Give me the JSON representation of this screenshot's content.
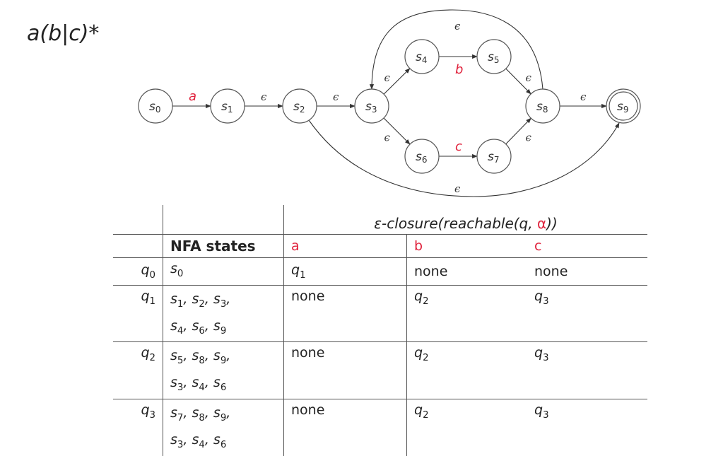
{
  "regex": "a(b|c)*",
  "nfa": {
    "states": [
      "s0",
      "s1",
      "s2",
      "s3",
      "s4",
      "s5",
      "s6",
      "s7",
      "s8",
      "s9"
    ],
    "accepting": [
      "s9"
    ],
    "transitions": [
      {
        "from": "s0",
        "to": "s1",
        "label": "a",
        "kind": "symbol"
      },
      {
        "from": "s1",
        "to": "s2",
        "label": "ε",
        "kind": "epsilon"
      },
      {
        "from": "s2",
        "to": "s3",
        "label": "ε",
        "kind": "epsilon"
      },
      {
        "from": "s3",
        "to": "s4",
        "label": "ε",
        "kind": "epsilon"
      },
      {
        "from": "s4",
        "to": "s5",
        "label": "b",
        "kind": "symbol"
      },
      {
        "from": "s5",
        "to": "s8",
        "label": "ε",
        "kind": "epsilon"
      },
      {
        "from": "s3",
        "to": "s6",
        "label": "ε",
        "kind": "epsilon"
      },
      {
        "from": "s6",
        "to": "s7",
        "label": "c",
        "kind": "symbol"
      },
      {
        "from": "s7",
        "to": "s8",
        "label": "ε",
        "kind": "epsilon"
      },
      {
        "from": "s8",
        "to": "s9",
        "label": "ε",
        "kind": "epsilon"
      },
      {
        "from": "s8",
        "to": "s3",
        "label": "ε",
        "kind": "epsilon"
      },
      {
        "from": "s2",
        "to": "s9",
        "label": "ε",
        "kind": "epsilon"
      }
    ]
  },
  "table": {
    "header_span": "ε-closure(reachable(q, α))",
    "col_states": "NFA states",
    "symbols": [
      "a",
      "b",
      "c"
    ],
    "rows": [
      {
        "q": "q0",
        "states": [
          "s0"
        ],
        "a": "q1",
        "b": "none",
        "c": "none"
      },
      {
        "q": "q1",
        "states": [
          "s1, s2, s3,",
          "s4, s6, s9"
        ],
        "a": "none",
        "b": "q2",
        "c": "q3"
      },
      {
        "q": "q2",
        "states": [
          "s5, s8, s9,",
          "s3, s4, s6"
        ],
        "a": "none",
        "b": "q2",
        "c": "q3"
      },
      {
        "q": "q3",
        "states": [
          "s7, s8, s9,",
          "s3, s4, s6"
        ],
        "a": "none",
        "b": "q2",
        "c": "q3"
      }
    ]
  },
  "colors": {
    "symbol": "#e0233d",
    "stroke": "#555555"
  }
}
